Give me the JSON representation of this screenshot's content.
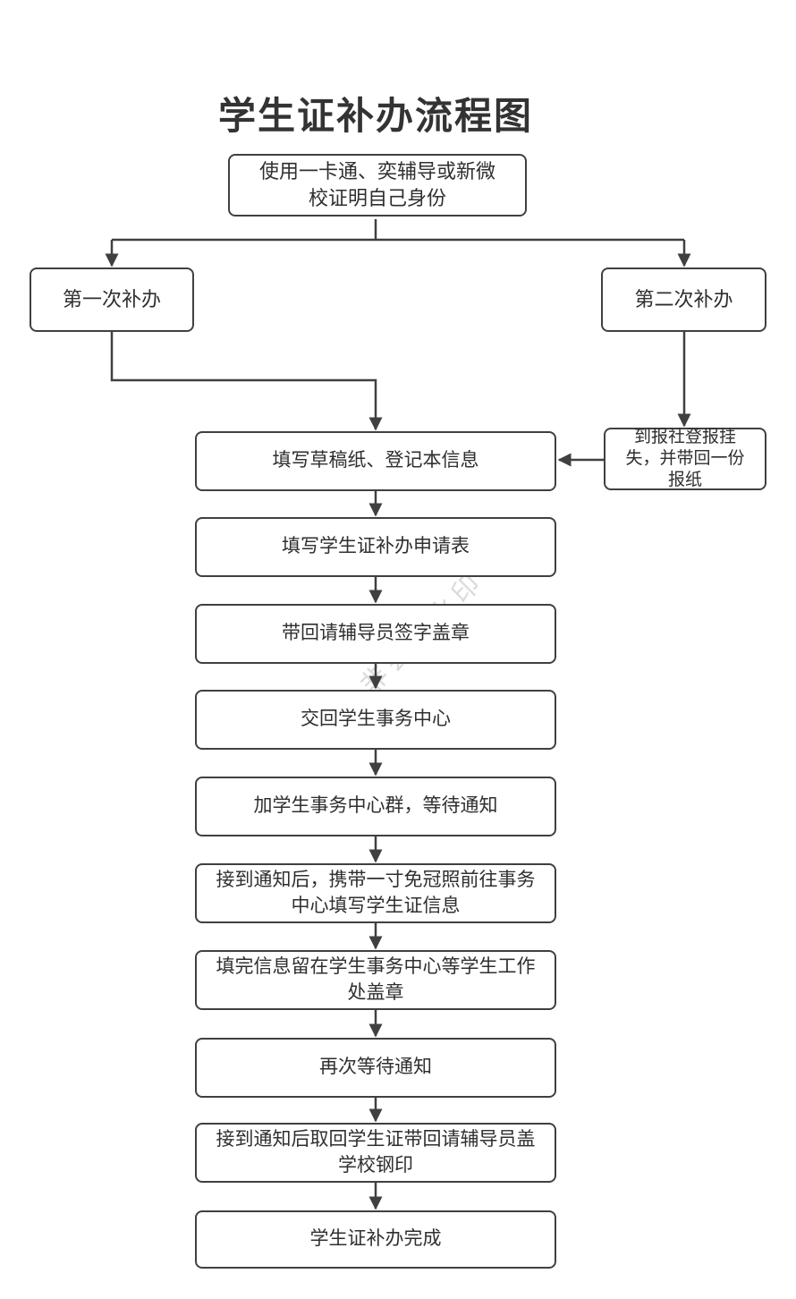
{
  "title": "学生证补办流程图",
  "watermark": {
    "text": "非会员水印"
  },
  "colors": {
    "line": "#404040",
    "text": "#2f2f2f",
    "background": "#ffffff",
    "watermark": "#bebebe"
  },
  "nodes": {
    "identity": {
      "label": "使用一卡通、奕辅导或新微\n校证明自己身份"
    },
    "first_time": {
      "label": "第一次补办"
    },
    "second_time": {
      "label": "第二次补办"
    },
    "newspaper": {
      "label": "到报社登报挂\n失，并带回一份\n报纸"
    }
  },
  "steps": [
    {
      "label": "填写草稿纸、登记本信息"
    },
    {
      "label": "填写学生证补办申请表"
    },
    {
      "label": "带回请辅导员签字盖章"
    },
    {
      "label": "交回学生事务中心"
    },
    {
      "label": "加学生事务中心群，等待通知"
    },
    {
      "label": "接到通知后，携带一寸免冠照前往事务\n中心填写学生证信息"
    },
    {
      "label": "填完信息留在学生事务中心等学生工作\n处盖章"
    },
    {
      "label": "再次等待通知"
    },
    {
      "label": "接到通知后取回学生证带回请辅导员盖\n学校钢印"
    },
    {
      "label": "学生证补办完成"
    }
  ]
}
